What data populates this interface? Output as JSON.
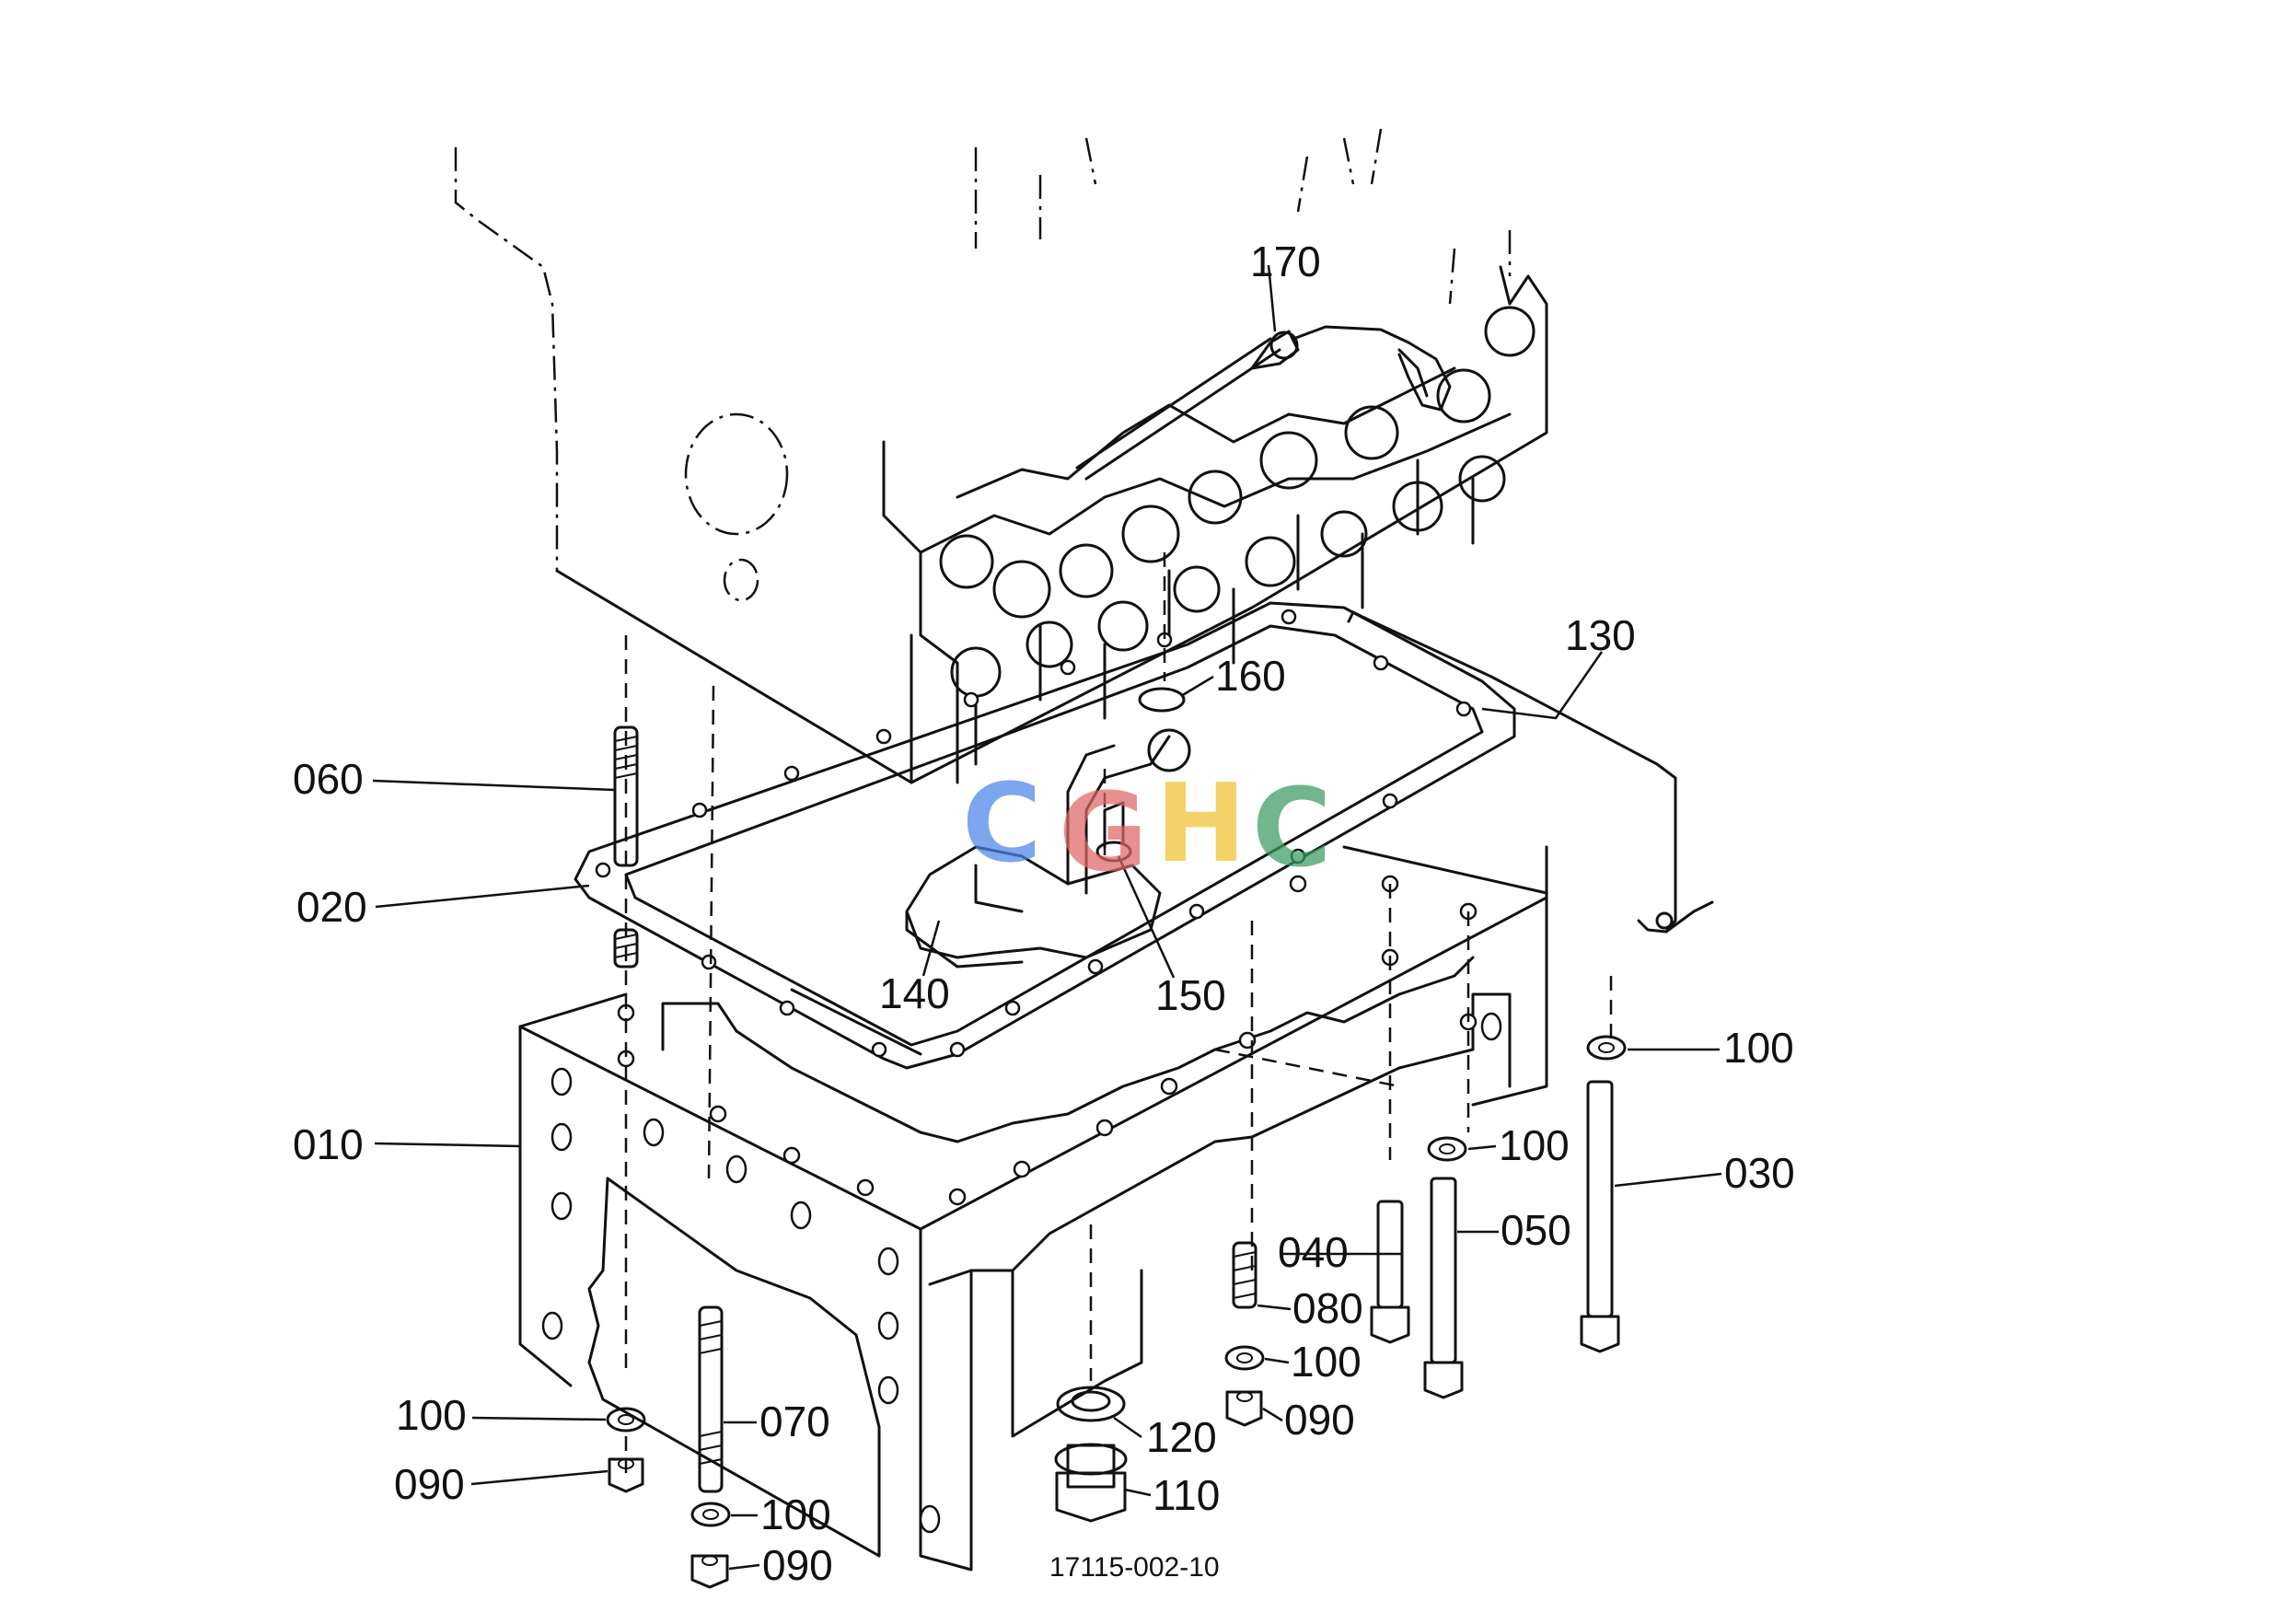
{
  "callouts": {
    "p010": "010",
    "p020": "020",
    "p030": "030",
    "p040": "040",
    "p050": "050",
    "p060": "060",
    "p070": "070",
    "p080": "080",
    "p090_left": "090",
    "p090_bottom": "090",
    "p090_right": "090",
    "p100_left": "100",
    "p100_bottom": "100",
    "p100_mid": "100",
    "p100_right_top": "100",
    "p100_right_mid": "100",
    "p110": "110",
    "p120": "120",
    "p130": "130",
    "p140": "140",
    "p150": "150",
    "p160": "160",
    "p170": "170"
  },
  "figure_reference": "17115-002-10",
  "watermark": {
    "letters": [
      "C",
      "G",
      "H",
      "C"
    ],
    "colors": [
      "#4a86e8",
      "#e06666",
      "#f1c232",
      "#3d9a63"
    ]
  }
}
